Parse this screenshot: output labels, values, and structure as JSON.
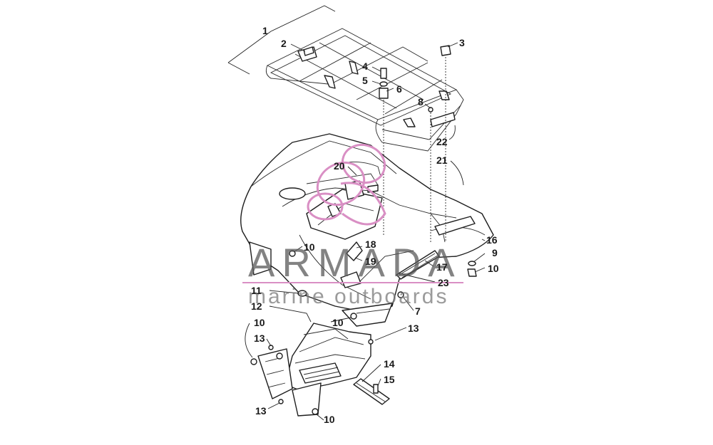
{
  "diagram": {
    "callouts": [
      {
        "id": "c1",
        "label": "1"
      },
      {
        "id": "c2",
        "label": "2"
      },
      {
        "id": "c3",
        "label": "3"
      },
      {
        "id": "c4",
        "label": "4"
      },
      {
        "id": "c5",
        "label": "5"
      },
      {
        "id": "c6",
        "label": "6"
      },
      {
        "id": "c8",
        "label": "8"
      },
      {
        "id": "c22",
        "label": "22"
      },
      {
        "id": "c21",
        "label": "21"
      },
      {
        "id": "c20",
        "label": "20"
      },
      {
        "id": "c16",
        "label": "16"
      },
      {
        "id": "c9",
        "label": "9"
      },
      {
        "id": "c10a",
        "label": "10"
      },
      {
        "id": "c18",
        "label": "18"
      },
      {
        "id": "c19",
        "label": "19"
      },
      {
        "id": "c10b",
        "label": "10"
      },
      {
        "id": "c17",
        "label": "17"
      },
      {
        "id": "c23",
        "label": "23"
      },
      {
        "id": "c11",
        "label": "11"
      },
      {
        "id": "c12",
        "label": "12"
      },
      {
        "id": "c7",
        "label": "7"
      },
      {
        "id": "c10c",
        "label": "10"
      },
      {
        "id": "c13a",
        "label": "13"
      },
      {
        "id": "c10d",
        "label": "10"
      },
      {
        "id": "c13b",
        "label": "13"
      },
      {
        "id": "c14",
        "label": "14"
      },
      {
        "id": "c15",
        "label": "15"
      },
      {
        "id": "c13c",
        "label": "13"
      },
      {
        "id": "c10e",
        "label": "10"
      }
    ]
  },
  "watermark": {
    "brand": "ARMADA",
    "tagline": "marine outboards",
    "logo_color": "#d98fc4",
    "line_color": "#d98fc4"
  }
}
